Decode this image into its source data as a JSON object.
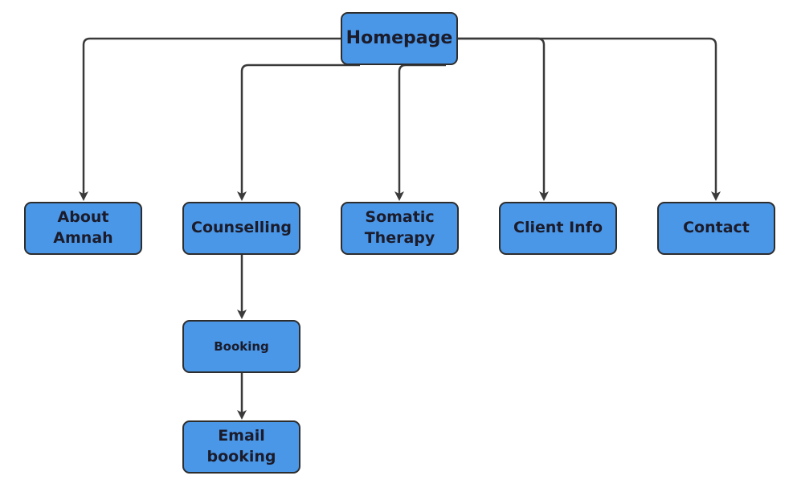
{
  "diagram": {
    "nodes": {
      "homepage": "Homepage",
      "about": "About Amnah",
      "counselling": "Counselling",
      "somatic": "Somatic Therapy",
      "client_info": "Client Info",
      "contact": "Contact",
      "booking": "Booking",
      "email_booking": "Email booking"
    },
    "edges": [
      {
        "from": "homepage",
        "to": "about"
      },
      {
        "from": "homepage",
        "to": "counselling"
      },
      {
        "from": "homepage",
        "to": "somatic"
      },
      {
        "from": "homepage",
        "to": "client_info"
      },
      {
        "from": "homepage",
        "to": "contact"
      },
      {
        "from": "counselling",
        "to": "booking"
      },
      {
        "from": "booking",
        "to": "email_booking"
      }
    ],
    "colors": {
      "node_fill": "#4a97e8",
      "node_border": "#2d2d2d",
      "connector": "#3a3a3a",
      "text": "#1b1b2a"
    }
  }
}
